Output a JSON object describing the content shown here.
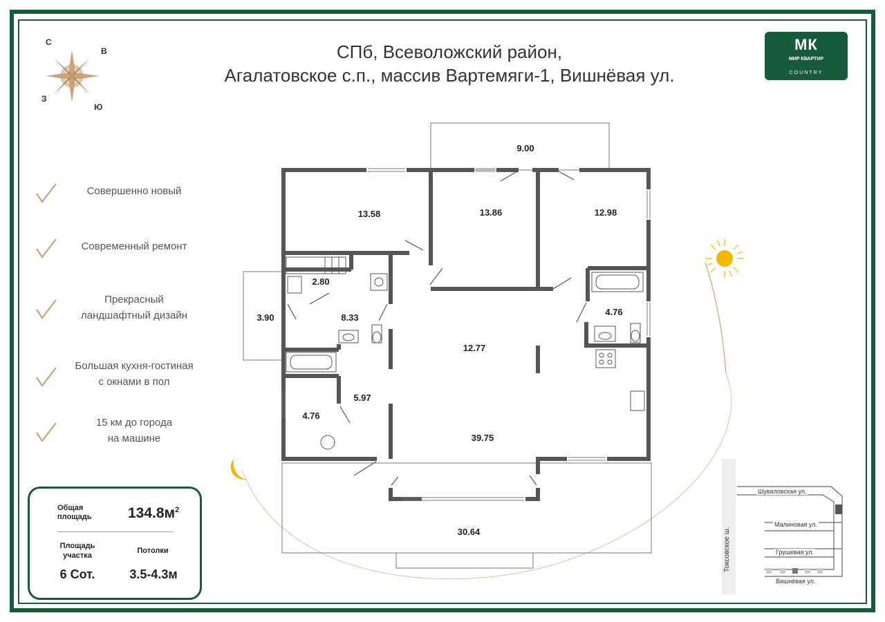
{
  "title": {
    "line1": "СПб,  Всеволожский район,",
    "line2": "Агалатовское с.п., массив Вартемяги-1, Вишнёвая ул."
  },
  "logo": {
    "mark": "МК",
    "brand": "МИР КВАРТИР",
    "sub": "COUNTRY"
  },
  "compass": {
    "n": "С",
    "e": "В",
    "w": "З",
    "s": "Ю"
  },
  "features": [
    {
      "lines": [
        "Совершенно новый"
      ]
    },
    {
      "lines": [
        "Современный ремонт"
      ]
    },
    {
      "lines": [
        "Прекрасный",
        "ландшафтный дизайн"
      ]
    },
    {
      "lines": [
        "Большая кухня-гостиная",
        "с окнами в пол"
      ]
    },
    {
      "lines": [
        "15 км до города",
        "на машине"
      ]
    }
  ],
  "info": {
    "total_label": [
      "Общая",
      "площадь"
    ],
    "total_value": "134.8м",
    "total_sup": "2",
    "plot_label": [
      "Площадь",
      "участка"
    ],
    "plot_value": "6 Сот.",
    "ceil_label": "Потолки",
    "ceil_value": "3.5-4.3м"
  },
  "rooms": {
    "balcony": "9.00",
    "r1": "13.58",
    "r2": "13.86",
    "r3": "12.98",
    "sauna": "2.80",
    "porch": "3.90",
    "bath_left": "8.33",
    "hall": "12.77",
    "bath_right": "4.76",
    "corridor": "5.97",
    "boiler": "4.76",
    "living": "39.75",
    "terrace": "30.64"
  },
  "map": {
    "road": "Токсовское ш.",
    "streets": [
      "Шуваловская ул.",
      "Малиновая ул.",
      "Грушевая ул.",
      "Вишнёвая ул."
    ]
  },
  "colors": {
    "brand_green": "#165c3c",
    "wall": "#555555",
    "accent_gold": "#c9a37a",
    "sun": "#f4b800"
  }
}
